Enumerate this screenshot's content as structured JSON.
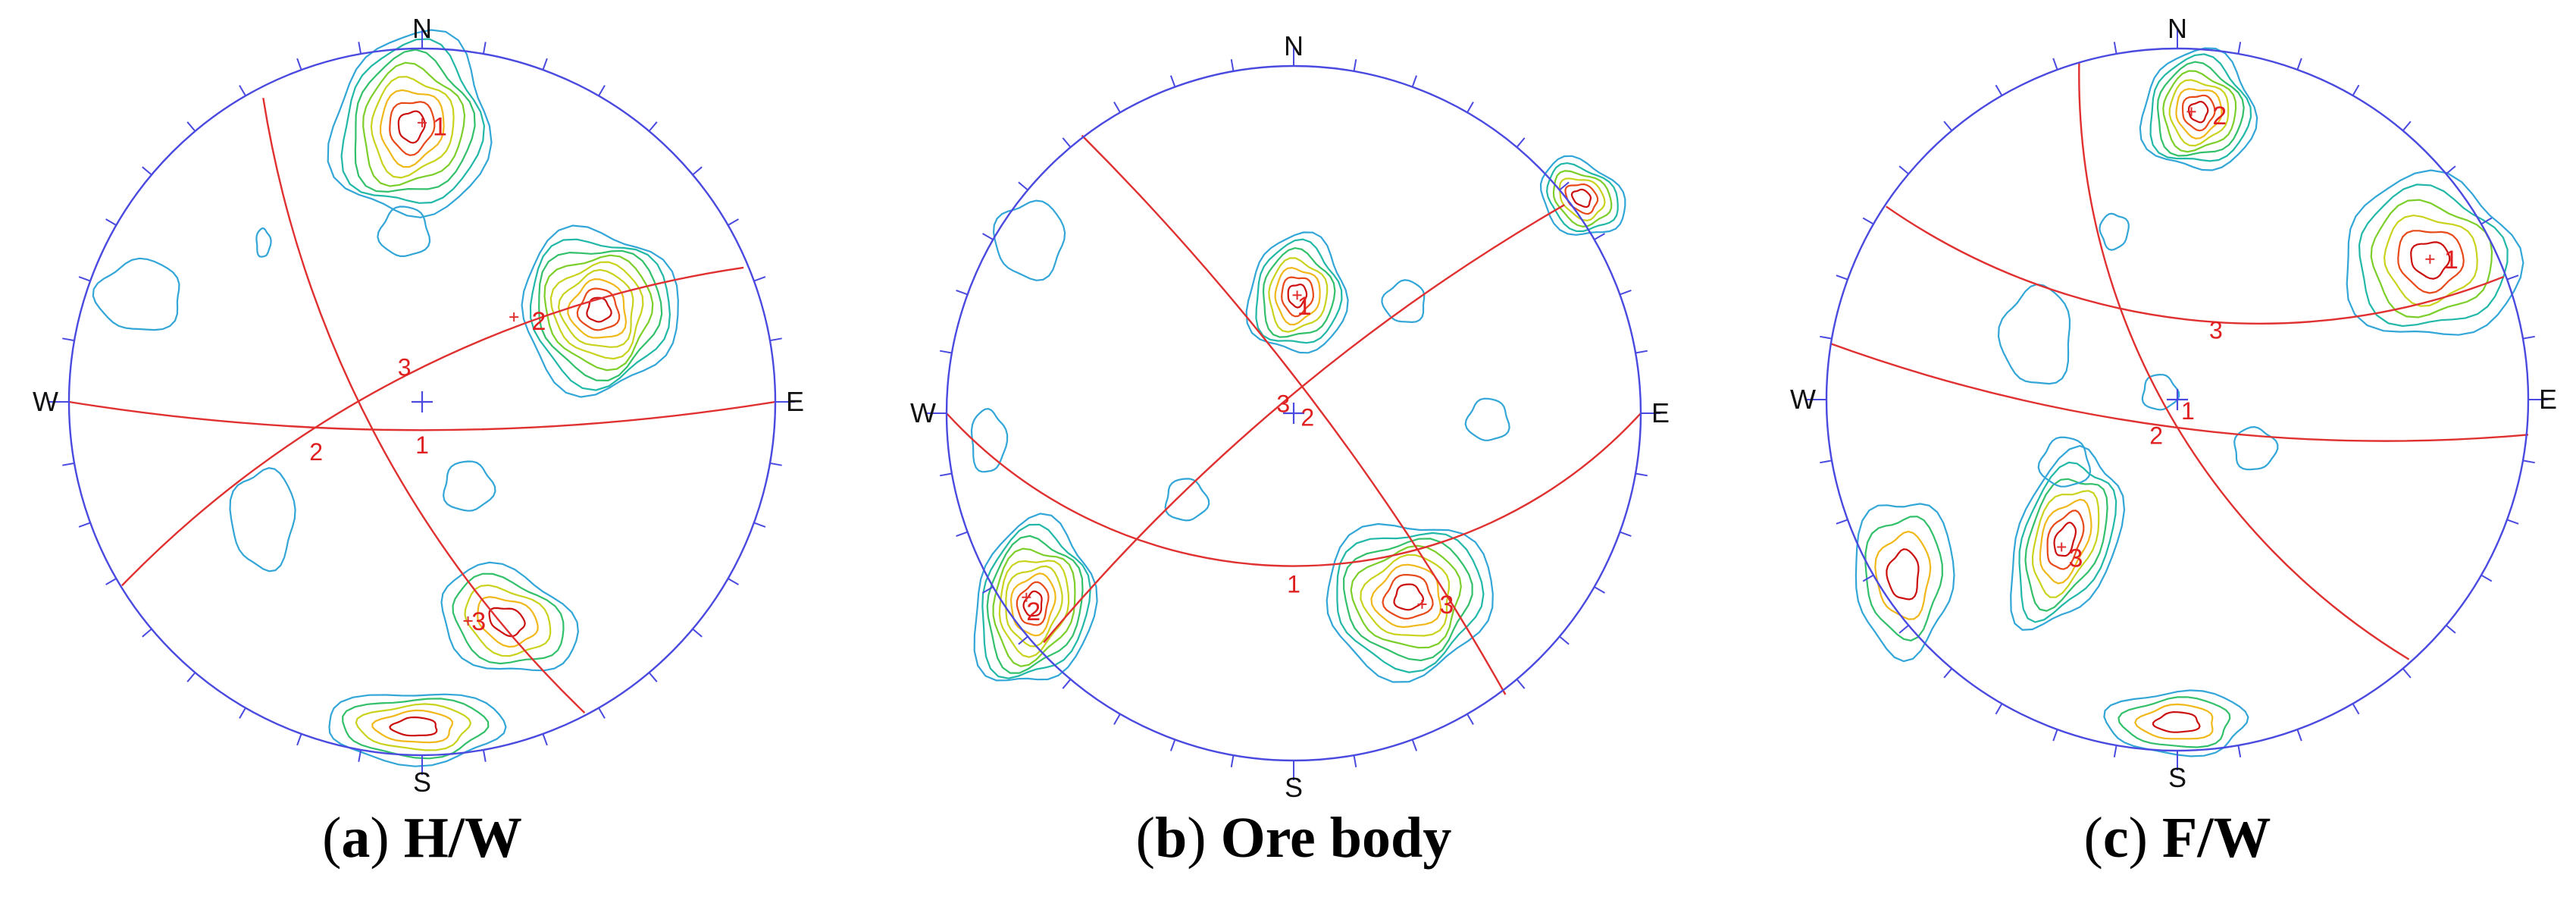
{
  "panels": [
    {
      "caption_letter": "a",
      "caption_name": "H/W",
      "cardinals": {
        "N": "N",
        "E": "E",
        "S": "S",
        "W": "W"
      },
      "pole_labels": [
        "1",
        "2",
        "3"
      ],
      "arc_labels": [
        "1",
        "2",
        "3"
      ]
    },
    {
      "caption_letter": "b",
      "caption_name": "Ore body",
      "cardinals": {
        "N": "N",
        "E": "E",
        "S": "S",
        "W": "W"
      },
      "pole_labels": [
        "1",
        "2",
        "3"
      ],
      "arc_labels": [
        "1",
        "2",
        "3"
      ]
    },
    {
      "caption_letter": "c",
      "caption_name": "F/W",
      "cardinals": {
        "N": "N",
        "E": "E",
        "S": "S",
        "W": "W"
      },
      "pole_labels": [
        "1",
        "2",
        "3"
      ],
      "arc_labels": [
        "1",
        "2",
        "3"
      ]
    }
  ],
  "colors": {
    "net_circle": "#4a4ae0",
    "great_circle": "#e03030",
    "contour_palette": [
      "#33a6d8",
      "#22b8a8",
      "#33c06a",
      "#7ccf2a",
      "#c9d31e",
      "#f0b81a",
      "#e84a1a",
      "#cc1010"
    ]
  }
}
